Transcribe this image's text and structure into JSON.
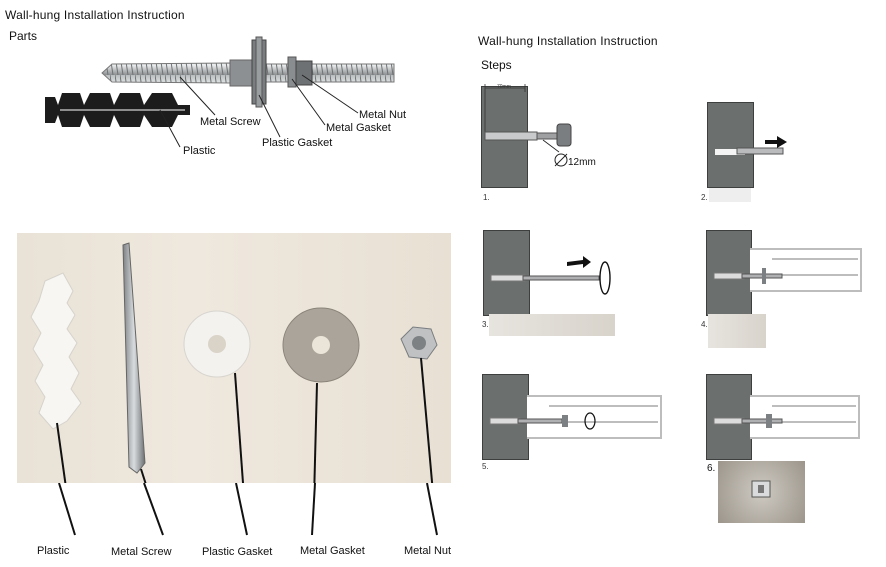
{
  "left": {
    "title": "Wall-hung Installation Instruction",
    "parts_heading": "Parts",
    "diagram_labels": {
      "metal_nut": "Metal Nut",
      "metal_gasket": "Metal Gasket",
      "metal_screw": "Metal Screw",
      "plastic_gasket": "Plastic Gasket",
      "plastic": "Plastic"
    },
    "photo_labels": [
      "Plastic",
      "Metal Screw",
      "Plastic Gasket",
      "Metal Gasket",
      "Metal Nut"
    ]
  },
  "right": {
    "title": "Wall-hung Installation Instruction",
    "steps_heading": "Steps",
    "step1": {
      "number": "1.",
      "dimension": "70mm",
      "diameter": "12mm"
    },
    "step2": {
      "number": "2."
    },
    "step3": {
      "number": "3."
    },
    "step4": {
      "number": "4."
    },
    "step5": {
      "number": "5."
    },
    "step6": {
      "number": "6."
    }
  },
  "colors": {
    "wall": "#6b6f6e",
    "cabinet_outline": "#bdbdbd",
    "photo_bg": "#ece5da"
  }
}
